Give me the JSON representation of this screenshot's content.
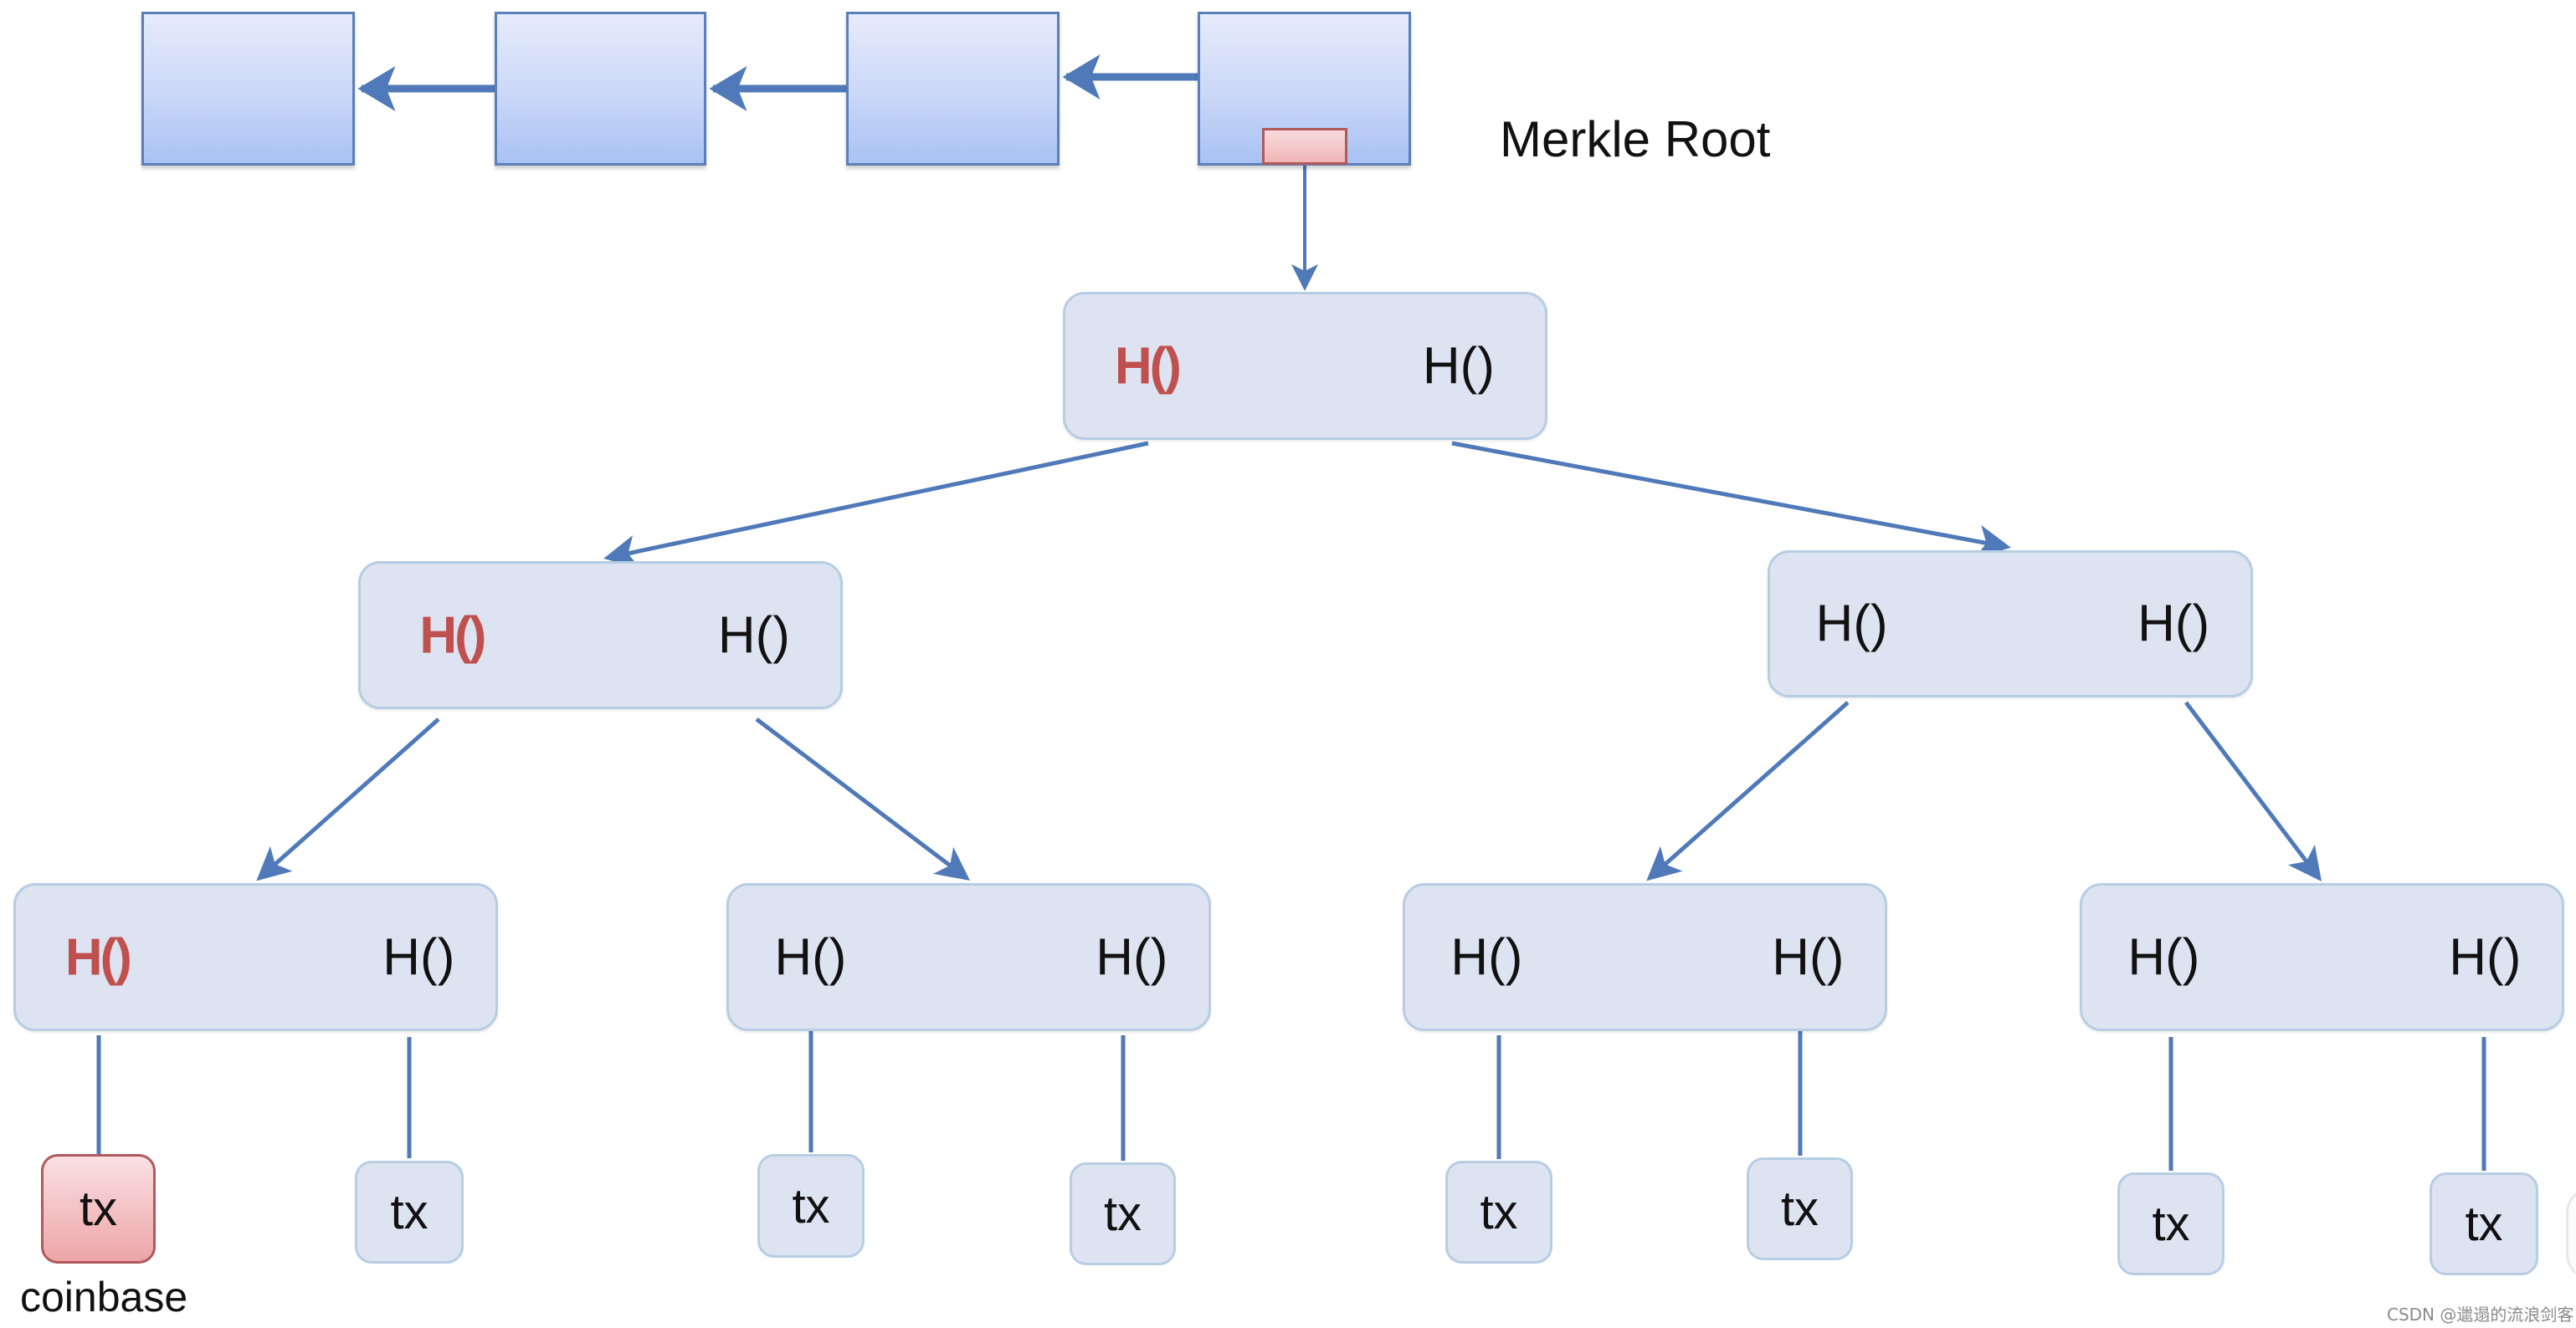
{
  "title": "Merkle tree with coinbase transaction",
  "chain": {
    "blocks": [
      {
        "id": "block-1"
      },
      {
        "id": "block-2"
      },
      {
        "id": "block-3"
      },
      {
        "id": "block-4",
        "has_merkle_root": true
      }
    ],
    "merkle_root_label": "Merkle Root"
  },
  "tree": {
    "root": {
      "left": {
        "text": "H()",
        "highlight": true
      },
      "right": {
        "text": "H()",
        "highlight": false
      }
    },
    "level2": [
      {
        "left": {
          "text": "H()",
          "highlight": true
        },
        "right": {
          "text": "H()",
          "highlight": false
        }
      },
      {
        "left": {
          "text": "H()",
          "highlight": false
        },
        "right": {
          "text": "H()",
          "highlight": false
        }
      }
    ],
    "level3": [
      {
        "left": {
          "text": "H()",
          "highlight": true
        },
        "right": {
          "text": "H()",
          "highlight": false
        }
      },
      {
        "left": {
          "text": "H()",
          "highlight": false
        },
        "right": {
          "text": "H()",
          "highlight": false
        }
      },
      {
        "left": {
          "text": "H()",
          "highlight": false
        },
        "right": {
          "text": "H()",
          "highlight": false
        }
      },
      {
        "left": {
          "text": "H()",
          "highlight": false
        },
        "right": {
          "text": "H()",
          "highlight": false
        }
      }
    ],
    "leaves": [
      {
        "text": "tx",
        "coinbase": true
      },
      {
        "text": "tx",
        "coinbase": false
      },
      {
        "text": "tx",
        "coinbase": false
      },
      {
        "text": "tx",
        "coinbase": false
      },
      {
        "text": "tx",
        "coinbase": false
      },
      {
        "text": "tx",
        "coinbase": false
      },
      {
        "text": "tx",
        "coinbase": false
      },
      {
        "text": "tx",
        "coinbase": false
      }
    ],
    "coinbase_label": "coinbase"
  },
  "colors": {
    "highlight_text": "#c0504d",
    "arrow": "#4f79b8",
    "node_fill": "#dde3f1",
    "block_fill": "#c6d5f7",
    "coinbase_fill": "#f2bcbf"
  },
  "watermark": "CSDN @邋遢的流浪剑客"
}
